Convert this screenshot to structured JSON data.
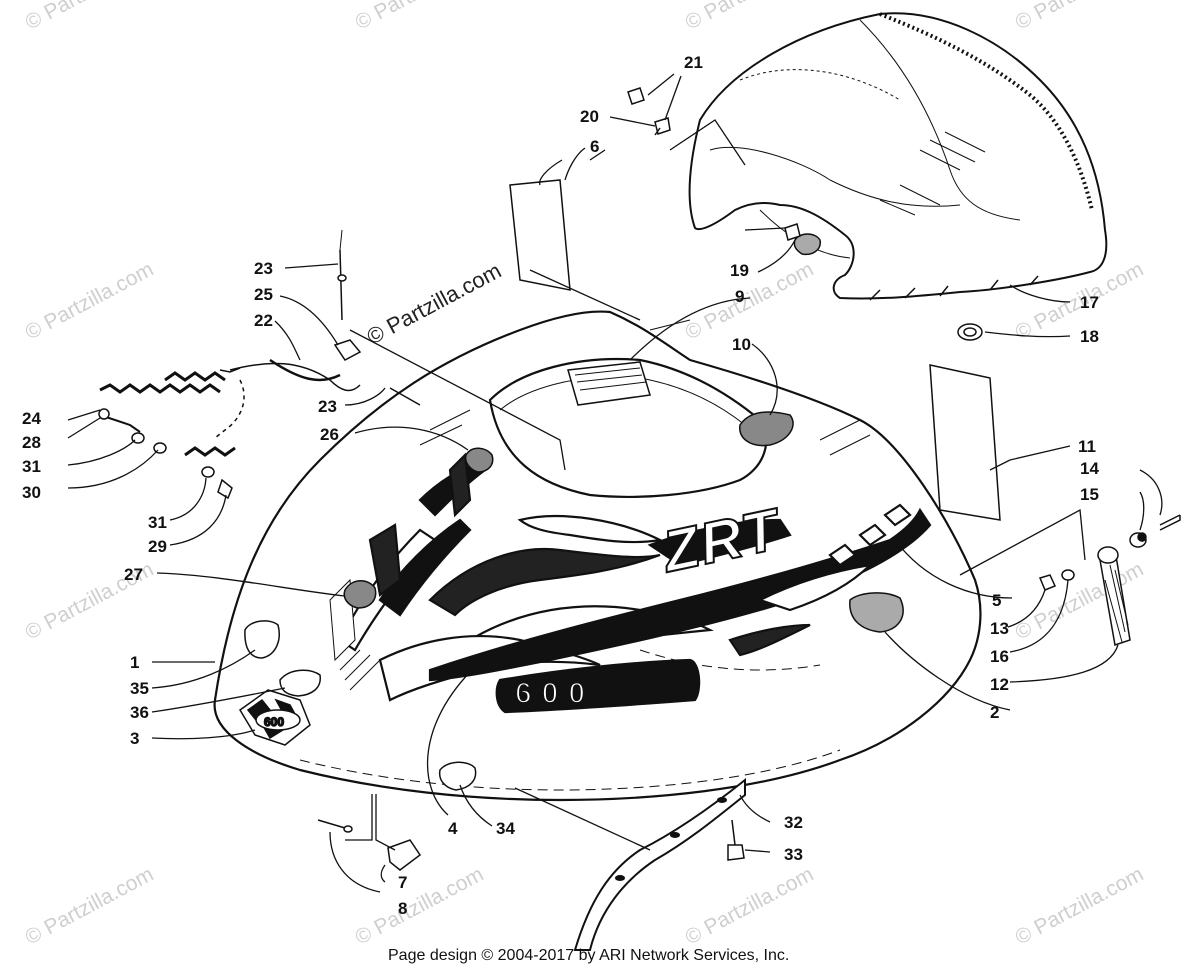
{
  "footer": {
    "text": "Page design © 2004-2017 by ARI Network Services, Inc."
  },
  "watermark": {
    "text": "© Partzilla.com",
    "faint_color": "#cfcfcf",
    "dark_color": "#222222"
  },
  "parts": [
    {
      "label": "1"
    },
    {
      "label": "2"
    },
    {
      "label": "3"
    },
    {
      "label": "4"
    },
    {
      "label": "5"
    },
    {
      "label": "6"
    },
    {
      "label": "7"
    },
    {
      "label": "8"
    },
    {
      "label": "9"
    },
    {
      "label": "10"
    },
    {
      "label": "11"
    },
    {
      "label": "12"
    },
    {
      "label": "13"
    },
    {
      "label": "14"
    },
    {
      "label": "15"
    },
    {
      "label": "16"
    },
    {
      "label": "17"
    },
    {
      "label": "18"
    },
    {
      "label": "19"
    },
    {
      "label": "20"
    },
    {
      "label": "21"
    },
    {
      "label": "22"
    },
    {
      "label": "23"
    },
    {
      "label": "23"
    },
    {
      "label": "24"
    },
    {
      "label": "25"
    },
    {
      "label": "26"
    },
    {
      "label": "27"
    },
    {
      "label": "28"
    },
    {
      "label": "29"
    },
    {
      "label": "30"
    },
    {
      "label": "31"
    },
    {
      "label": "31"
    },
    {
      "label": "32"
    },
    {
      "label": "33"
    },
    {
      "label": "34"
    },
    {
      "label": "35"
    },
    {
      "label": "36"
    }
  ],
  "decals": {
    "model_text": "ZRT",
    "number_text": "600"
  }
}
